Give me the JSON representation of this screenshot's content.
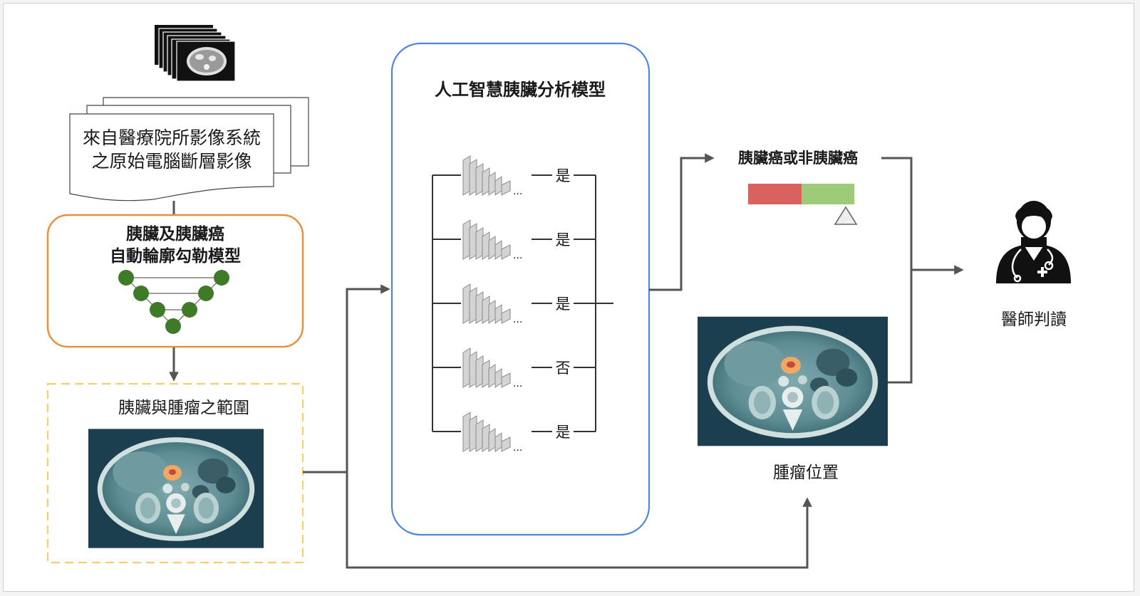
{
  "source": {
    "line1": "來自醫療院所影像系統",
    "line2": "之原始電腦斷層影像"
  },
  "segmentation_model": {
    "line1": "胰臟及胰臟癌",
    "line2": "自動輪廓勾勒模型"
  },
  "region": {
    "label": "胰臟與腫瘤之範圍"
  },
  "ai_model": {
    "title": "人工智慧胰臟分析模型",
    "branches": [
      {
        "result": "是",
        "ellipsis": "..."
      },
      {
        "result": "是",
        "ellipsis": "..."
      },
      {
        "result": "是",
        "ellipsis": "..."
      },
      {
        "result": "否",
        "ellipsis": "..."
      },
      {
        "result": "是",
        "ellipsis": "..."
      }
    ]
  },
  "classification": {
    "label": "胰臟癌或非胰臟癌",
    "bar_colors": {
      "red": "#d9625f",
      "green": "#9ecb79"
    }
  },
  "tumor_location": {
    "label": "腫瘤位置"
  },
  "doctor": {
    "label": "醫師判讀",
    "icon": "doctor-icon"
  },
  "colors": {
    "orange_box": "#e8913a",
    "blue_box": "#4f86dd",
    "dashed_box": "#f4cf6a",
    "node_green": "#3e7a28",
    "arrow_gray": "#555555"
  }
}
